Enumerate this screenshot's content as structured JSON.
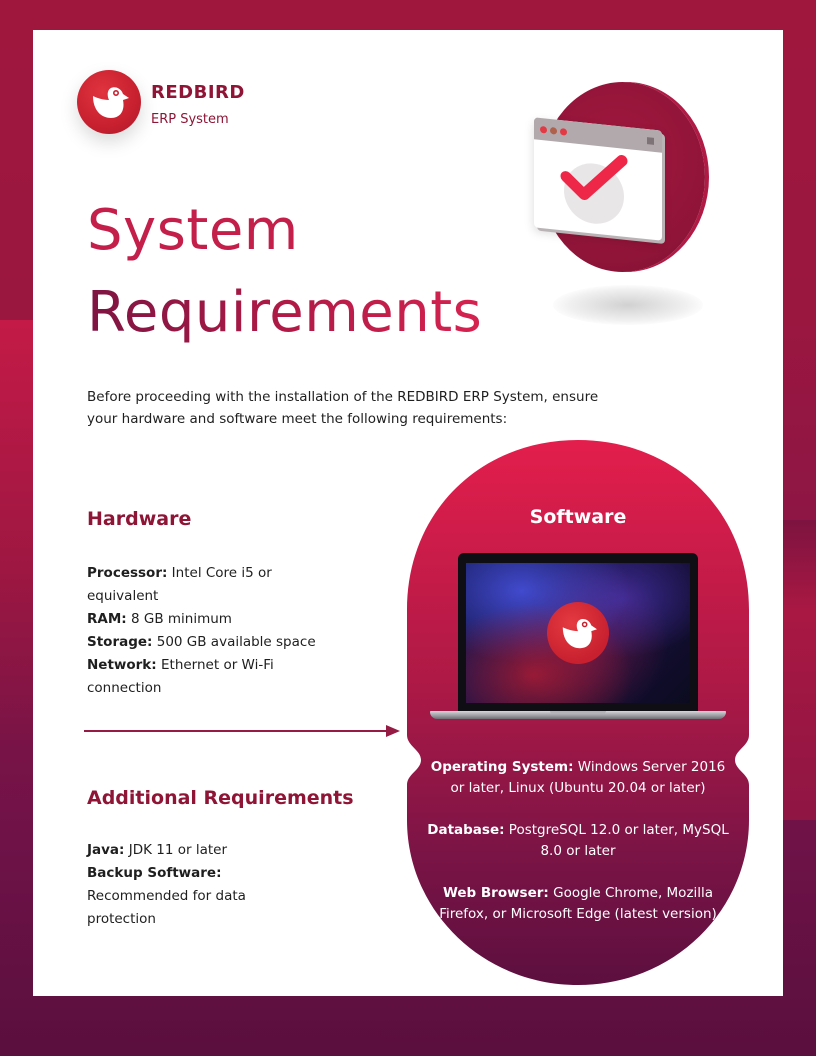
{
  "brand": {
    "name": "REDBIRD",
    "subtitle": "ERP System",
    "logo_icon": "bird-icon"
  },
  "colors": {
    "primary": "#8e1535",
    "accent": "#c41f4a",
    "background_top": "#a0173d",
    "background_bottom": "#5a0f3e",
    "software_panel_top": "#e01e4c",
    "software_panel_bottom": "#5a0f3e"
  },
  "hero": {
    "icon": "browser-window-checkmark-icon"
  },
  "title": {
    "line1": "System",
    "line2": "Requirements"
  },
  "intro": "Before proceeding with the installation of the REDBIRD ERP System, ensure your hardware and software meet the following requirements:",
  "hardware": {
    "heading": "Hardware",
    "items": [
      {
        "label": "Processor:",
        "value": " Intel Core i5 or equivalent"
      },
      {
        "label": "RAM:",
        "value": " 8 GB minimum"
      },
      {
        "label": "Storage:",
        "value": " 500 GB available space"
      },
      {
        "label": "Network:",
        "value": " Ethernet or Wi-Fi connection"
      }
    ]
  },
  "additional": {
    "heading": "Additional Requirements",
    "items": [
      {
        "label": "Java:",
        "value": " JDK 11 or later"
      },
      {
        "label": "Backup Software:",
        "value": " Recommended for data protection"
      }
    ]
  },
  "software": {
    "heading": "Software",
    "image": "laptop-with-redbird-logo",
    "items": [
      {
        "label": "Operating System:",
        "value": " Windows Server 2016 or later, Linux (Ubuntu 20.04 or later)"
      },
      {
        "label": "Database:",
        "value": " PostgreSQL 12.0 or later, MySQL 8.0 or later"
      },
      {
        "label": "Web Browser:",
        "value": " Google Chrome, Mozilla Firefox, or Microsoft Edge (latest version)"
      }
    ]
  }
}
